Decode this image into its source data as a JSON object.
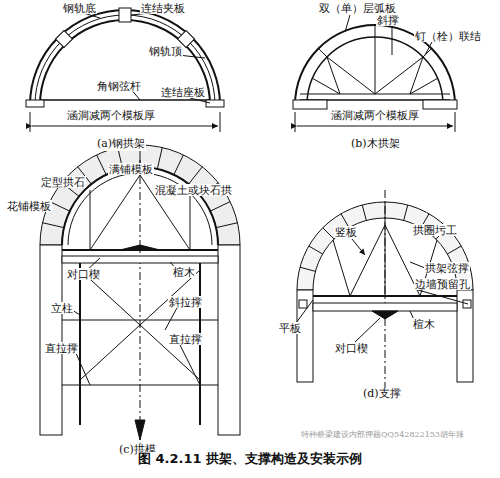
{
  "diagram": {
    "caption": "图 4.2.11  拱架、支撑构造及安装示例",
    "labels": [
      "钢轨底",
      "连结夹板",
      "钢轨顶",
      "角钢弦杆",
      "连结座板",
      "涵洞减两个模板厚",
      "(a)钢拱架",
      "双（单）层弧板",
      "斜撑",
      "钉（栓）联结",
      "涵洞减两个模板厚",
      "(b)木拱架",
      "满铺模板",
      "定型拱石",
      "花铺模板",
      "混凝土或块石拱",
      "对口楔",
      "楦木",
      "立柱",
      "斜拉撑",
      "直拉撑",
      "直拉撑",
      "(c)拱模",
      "竖板",
      "拱圈圬工",
      "拱架弦撑",
      "边墙预留孔",
      "平板",
      "楦木",
      "对口楔",
      "(d)支撑",
      "特种桥梁建设内部押题QQ542822153胡年辣"
    ]
  }
}
